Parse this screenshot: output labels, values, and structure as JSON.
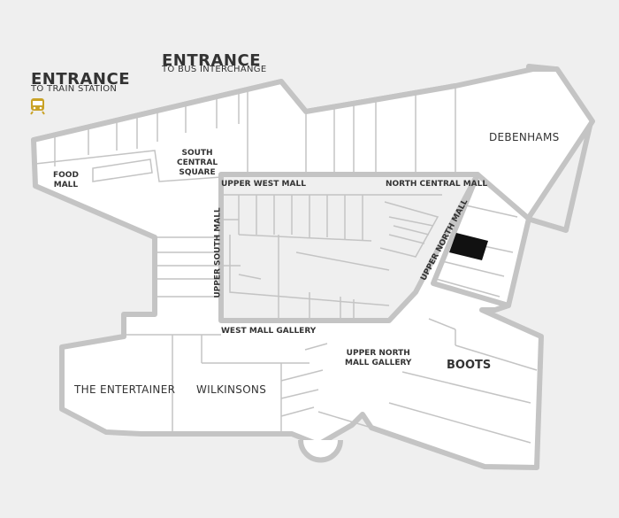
{
  "entrances": {
    "train": {
      "title": "ENTRANCE",
      "subtitle": "TO TRAIN STATION",
      "icon": "train-icon"
    },
    "bus": {
      "title": "ENTRANCE",
      "subtitle": "TO BUS INTERCHANGE"
    }
  },
  "anchors": {
    "debenhams": "DEBENHAMS",
    "boots": "BOOTS",
    "entertainer": "THE ENTERTAINER",
    "wilkinsons": "WILKINSONS"
  },
  "areas": {
    "food_mall": "FOOD\nMALL",
    "south_central_square": "SOUTH\nCENTRAL\nSQUARE",
    "upper_west_mall": "UPPER WEST MALL",
    "north_central_mall": "NORTH CENTRAL MALL",
    "upper_north_mall": "UPPER NORTH MALL",
    "upper_south_mall": "UPPER SOUTH MALL",
    "west_mall_gallery": "WEST MALL GALLERY",
    "upper_north_mall_gallery": "UPPER NORTH\nMALL GALLERY"
  },
  "colors": {
    "background": "#efefef",
    "wall": "#c4c4c4",
    "floor": "#ffffff",
    "highlight": "#111111",
    "train_icon": "#c9a227"
  }
}
